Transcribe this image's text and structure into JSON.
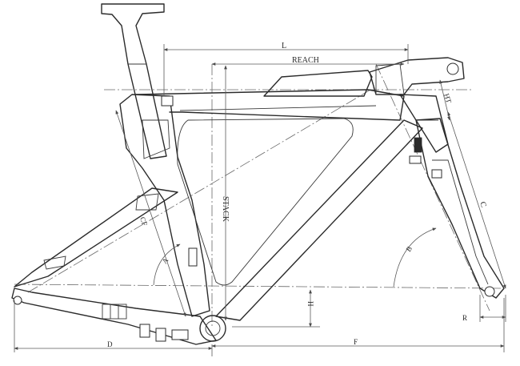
{
  "diagram": {
    "labels": {
      "L": "L",
      "reach": "REACH",
      "stack": "STACK",
      "ht": "HT",
      "c": "C",
      "b": "B",
      "cf": "CF",
      "a": "A",
      "h": "H",
      "r": "R",
      "d": "D",
      "f": "F"
    }
  }
}
